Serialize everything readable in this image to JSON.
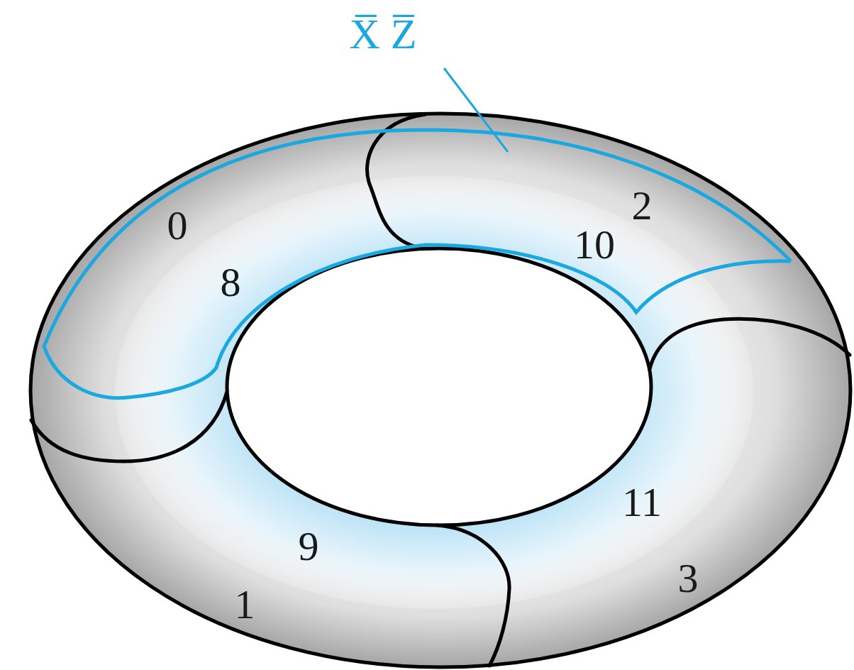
{
  "diagram": {
    "labels": [
      "X̅ Z̅",
      "0",
      "8",
      "2",
      "10",
      "11",
      "3",
      "9",
      "1"
    ]
  }
}
